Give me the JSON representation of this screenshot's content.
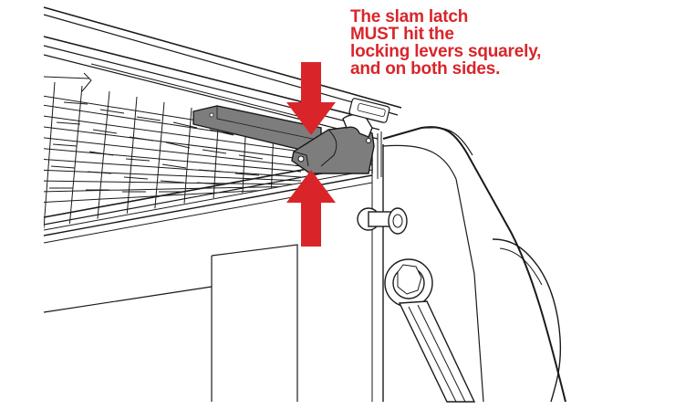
{
  "callout": {
    "lines": [
      "The slam latch",
      "MUST hit the",
      "locking levers squarely,",
      "and on both sides."
    ],
    "color": "#d9252a"
  },
  "colors": {
    "arrow": "#d9252a",
    "latch": "#7d7d7d",
    "line": "#1a1a1a"
  },
  "icons": {
    "arrows": [
      "arrow-down-icon",
      "arrow-up-icon"
    ]
  }
}
